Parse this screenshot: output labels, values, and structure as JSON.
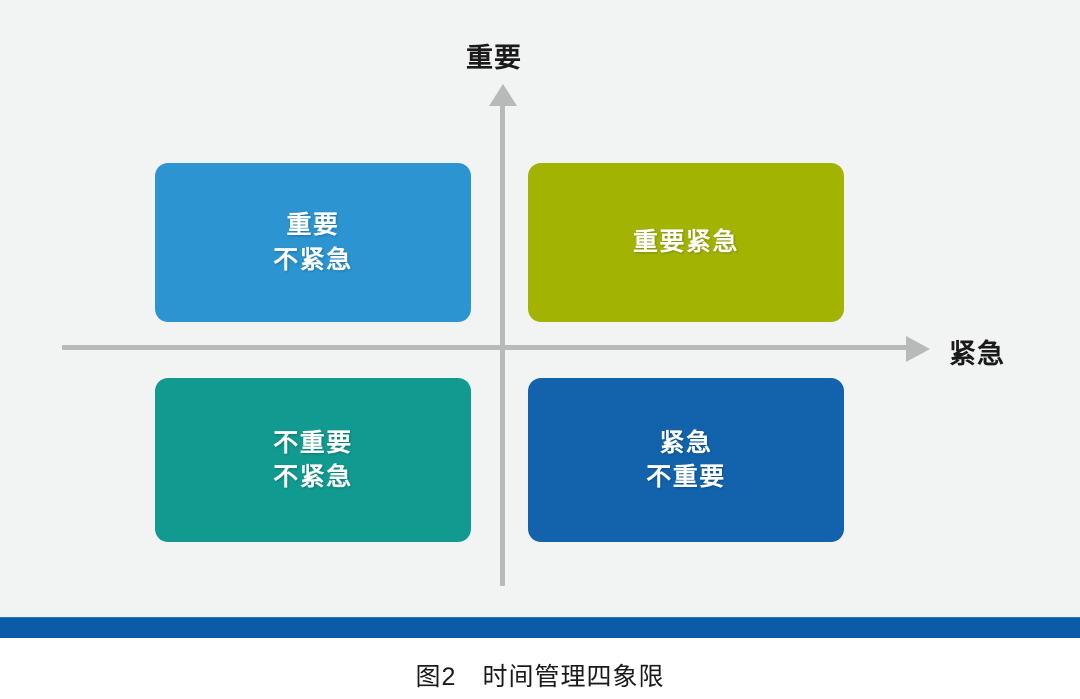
{
  "figure": {
    "background_color": "#f2f3f3",
    "axes": {
      "vertical_label": "重要",
      "horizontal_label": "紧急",
      "line_color": "#b7b9ba"
    },
    "quadrants": [
      {
        "key": "important-not-urgent",
        "position": "top-left",
        "lines": [
          "重要",
          "不紧急"
        ],
        "line1": "重要",
        "line2": "不紧急",
        "fill_color": "#2b94d1",
        "shadow_color": "#1c6fa3"
      },
      {
        "key": "important-urgent",
        "position": "top-right",
        "lines": [
          "重要紧急"
        ],
        "line1": "重要紧急",
        "line2": "",
        "fill_color": "#a2b302",
        "shadow_color": "#7d8a02"
      },
      {
        "key": "not-important-not-urgent",
        "position": "bottom-left",
        "lines": [
          "不重要",
          "不紧急"
        ],
        "line1": "不重要",
        "line2": "不紧急",
        "fill_color": "#119a90",
        "shadow_color": "#0b7068"
      },
      {
        "key": "urgent-not-important",
        "position": "bottom-right",
        "lines": [
          "紧急",
          "不重要"
        ],
        "line1": "紧急",
        "line2": "不重要",
        "fill_color": "#1363ac",
        "shadow_color": "#0d4a80"
      }
    ],
    "accent_bar_color": "#0a5ca8"
  },
  "caption": {
    "text": "图2　时间管理四象限",
    "number": "图2",
    "title": "时间管理四象限"
  },
  "chart_data": {
    "type": "table",
    "title": "时间管理四象限",
    "xlabel": "紧急",
    "ylabel": "重要",
    "categories": [
      "重要不紧急",
      "重要紧急",
      "不重要不紧急",
      "紧急不重要"
    ],
    "quadrant_map": [
      {
        "quadrant": "II",
        "position": "top-left",
        "label": "重要 不紧急",
        "urgent": false,
        "important": true,
        "color": "#2b94d1"
      },
      {
        "quadrant": "I",
        "position": "top-right",
        "label": "重要紧急",
        "urgent": true,
        "important": true,
        "color": "#a2b302"
      },
      {
        "quadrant": "III",
        "position": "bottom-left",
        "label": "不重要 不紧急",
        "urgent": false,
        "important": false,
        "color": "#119a90"
      },
      {
        "quadrant": "IV",
        "position": "bottom-right",
        "label": "紧急 不重要",
        "urgent": true,
        "important": false,
        "color": "#1363ac"
      }
    ],
    "grid": false,
    "legend": "none"
  }
}
